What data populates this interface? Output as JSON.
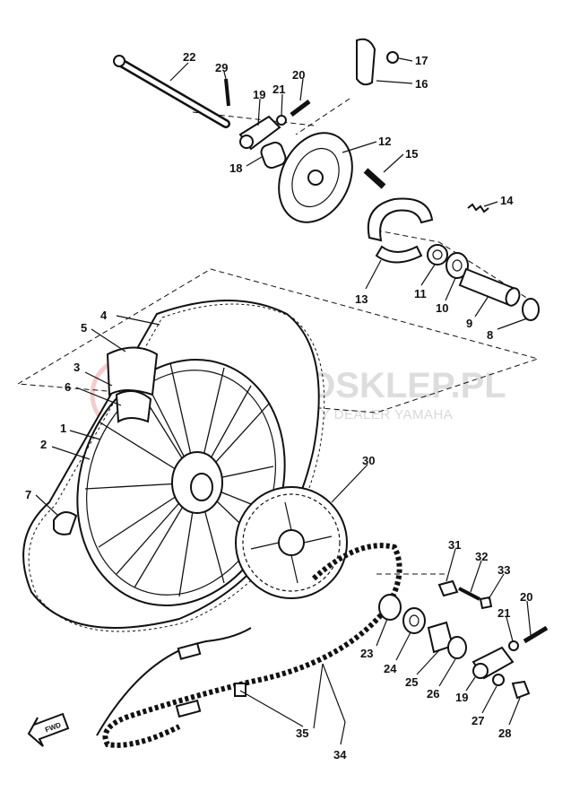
{
  "watermark": {
    "brand": "MOTOSKLEP.PL",
    "subtitle": "AUTORYZOWANY DEALER YAMAHA",
    "brand_color": "#e03030"
  },
  "fwd_marker": "FWD",
  "callouts": [
    {
      "id": "c1",
      "text": "1"
    },
    {
      "id": "c2",
      "text": "2"
    },
    {
      "id": "c3",
      "text": "3"
    },
    {
      "id": "c4",
      "text": "4"
    },
    {
      "id": "c5",
      "text": "5"
    },
    {
      "id": "c6",
      "text": "6"
    },
    {
      "id": "c7",
      "text": "7"
    },
    {
      "id": "c8",
      "text": "8"
    },
    {
      "id": "c9",
      "text": "9"
    },
    {
      "id": "c10",
      "text": "10"
    },
    {
      "id": "c11",
      "text": "11"
    },
    {
      "id": "c12",
      "text": "12"
    },
    {
      "id": "c13",
      "text": "13"
    },
    {
      "id": "c14",
      "text": "14"
    },
    {
      "id": "c15",
      "text": "15"
    },
    {
      "id": "c16",
      "text": "16"
    },
    {
      "id": "c17",
      "text": "17"
    },
    {
      "id": "c18",
      "text": "18"
    },
    {
      "id": "c19a",
      "text": "19"
    },
    {
      "id": "c19b",
      "text": "19"
    },
    {
      "id": "c20a",
      "text": "20"
    },
    {
      "id": "c20b",
      "text": "20"
    },
    {
      "id": "c21a",
      "text": "21"
    },
    {
      "id": "c21b",
      "text": "21"
    },
    {
      "id": "c22",
      "text": "22"
    },
    {
      "id": "c23",
      "text": "23"
    },
    {
      "id": "c24",
      "text": "24"
    },
    {
      "id": "c25",
      "text": "25"
    },
    {
      "id": "c26",
      "text": "26"
    },
    {
      "id": "c27",
      "text": "27"
    },
    {
      "id": "c28",
      "text": "28"
    },
    {
      "id": "c29",
      "text": "29"
    },
    {
      "id": "c30",
      "text": "30"
    },
    {
      "id": "c31",
      "text": "31"
    },
    {
      "id": "c32",
      "text": "32"
    },
    {
      "id": "c33",
      "text": "33"
    },
    {
      "id": "c34",
      "text": "34"
    },
    {
      "id": "c35",
      "text": "35"
    }
  ]
}
